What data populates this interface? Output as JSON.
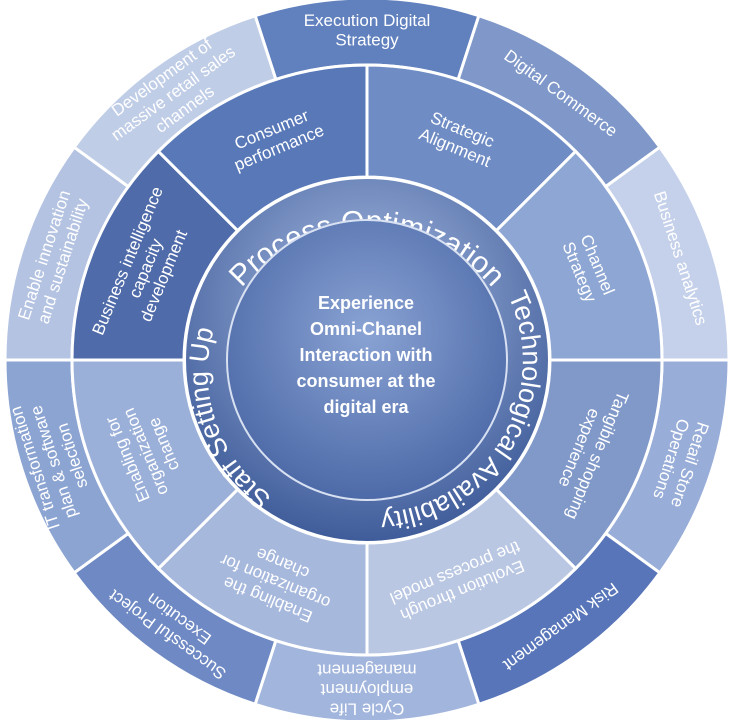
{
  "center": {
    "lines": [
      "Experience",
      "Omni-Chanel",
      "Interaction with",
      "consumer at the",
      "digital era"
    ]
  },
  "inner_ring": [
    {
      "name": "process-optimization",
      "label": "Process Optimization"
    },
    {
      "name": "technological-availability",
      "label": "Technological Availability"
    },
    {
      "name": "staff-setting-up",
      "label": "Staff Setting Up"
    }
  ],
  "middle_ring": [
    {
      "name": "strategic-alignment",
      "lines": [
        "Strategic",
        "Alignment"
      ],
      "color": "#6f8cc4"
    },
    {
      "name": "channel-strategy",
      "lines": [
        "Channel",
        "Strategy"
      ],
      "color": "#8ea6d3"
    },
    {
      "name": "tangible-shopping",
      "lines": [
        "Tangible shopping",
        "experience"
      ],
      "color": "#8199c9"
    },
    {
      "name": "evolution-process-model",
      "lines": [
        "Evolution through",
        "the process model"
      ],
      "color": "#b9c7e3"
    },
    {
      "name": "enabling-org-change-bottom",
      "lines": [
        "Enabling the",
        "organization for",
        "change"
      ],
      "color": "#a7b8dd"
    },
    {
      "name": "enabling-org-change-left",
      "lines": [
        "Enabling for",
        "organization",
        "change"
      ],
      "color": "#9bb0d9"
    },
    {
      "name": "business-intelligence",
      "lines": [
        "Business intelligence",
        "capacity",
        "development"
      ],
      "color": "#4f6ba9"
    },
    {
      "name": "consumer-performance",
      "lines": [
        "Consumer",
        "performance"
      ],
      "color": "#5878b8"
    }
  ],
  "outer_ring": [
    {
      "name": "execution-digital-strategy",
      "lines": [
        "Execution Digital",
        "Strategy"
      ],
      "color": "#6180be"
    },
    {
      "name": "digital-commerce",
      "lines": [
        "Digital Commerce"
      ],
      "color": "#7f98c9"
    },
    {
      "name": "business-analytics",
      "lines": [
        "Business analytics"
      ],
      "color": "#c5d1ea"
    },
    {
      "name": "retail-store-operations",
      "lines": [
        "Retail Store",
        "Operations"
      ],
      "color": "#98add8"
    },
    {
      "name": "risk-management",
      "lines": [
        "Risk Management"
      ],
      "color": "#5775b8"
    },
    {
      "name": "cycle-life-employment",
      "lines": [
        "Cycle Life",
        "employment",
        "management"
      ],
      "color": "#a2b5dc"
    },
    {
      "name": "successful-project-execution",
      "lines": [
        "Successful Project",
        "Execution"
      ],
      "color": "#6e89c3"
    },
    {
      "name": "it-transformation",
      "lines": [
        "IT transformation",
        "plan & software",
        "selection"
      ],
      "color": "#8ca4d2"
    },
    {
      "name": "enable-innovation",
      "lines": [
        "Enable innovation",
        "and sustainability"
      ],
      "color": "#b4c3e2"
    },
    {
      "name": "massive-retail-sales",
      "lines": [
        "Development of",
        "massive retail sales",
        "channels"
      ],
      "color": "#c0cde7"
    }
  ]
}
